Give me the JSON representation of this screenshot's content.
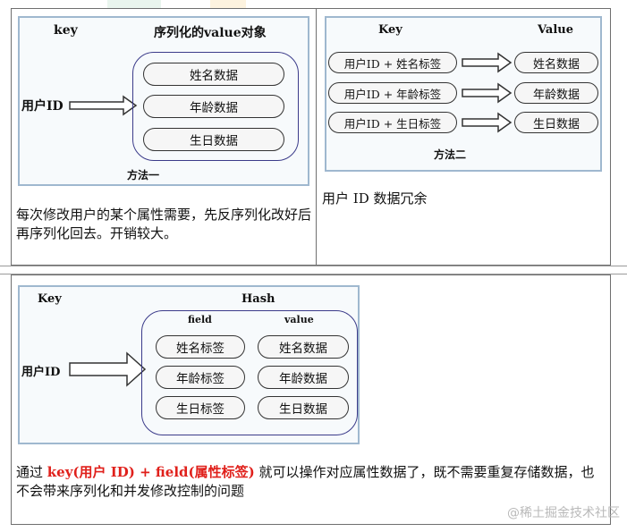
{
  "watermark": "@稀土掘金技术社区",
  "method1": {
    "key_label": "key",
    "value_label": "序列化的value对象",
    "user_id_label": "用户ID",
    "fields": [
      "姓名数据",
      "年龄数据",
      "生日数据"
    ],
    "caption": "方法一",
    "note": "每次修改用户的某个属性需要，先反序列化改好后再序列化回去。开销较大。"
  },
  "method2": {
    "key_label": "Key",
    "value_label": "Value",
    "keys": [
      "用户ID + 姓名标签",
      "用户ID + 年龄标签",
      "用户ID + 生日标签"
    ],
    "values": [
      "姓名数据",
      "年龄数据",
      "生日数据"
    ],
    "caption": "方法二",
    "note": "用户 ID 数据冗余"
  },
  "method3": {
    "key_label": "Key",
    "hash_label": "Hash",
    "field_header": "field",
    "value_header": "value",
    "user_id_label": "用户ID",
    "fields": [
      "姓名标签",
      "年龄标签",
      "生日标签"
    ],
    "values": [
      "姓名数据",
      "年龄数据",
      "生日数据"
    ],
    "note_prefix": "通过 ",
    "note_highlight": "key(用户 ID) + field(属性标签)",
    "note_rest": " 就可以操作对应属性数据了，既不需要重复存储数据，也不会带来序列化和并发修改控制的问题"
  }
}
